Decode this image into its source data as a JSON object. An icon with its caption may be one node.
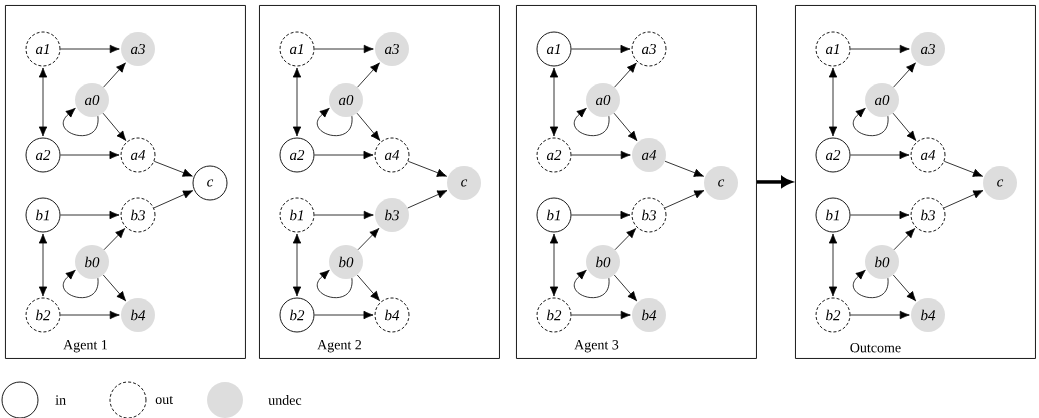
{
  "diagram": {
    "nodes": [
      {
        "text": [
          "Agent 1"
        ]
      },
      {
        "text": [
          "a1"
        ],
        "in": 0
      },
      {
        "text": [
          "a3"
        ],
        "in": 0
      },
      {
        "text": [
          "a0"
        ],
        "in": 0
      },
      {
        "text": [
          "a2"
        ],
        "in": 0
      },
      {
        "text": [
          "a4"
        ],
        "in": 0
      },
      {
        "text": [
          "c"
        ],
        "in": 0
      },
      {
        "text": [
          "b1"
        ],
        "in": 0
      },
      {
        "text": [
          "b3"
        ],
        "in": 0
      },
      {
        "text": [
          "b0"
        ],
        "in": 0
      },
      {
        "text": [
          "b2"
        ],
        "in": 0
      },
      {
        "text": [
          "b4"
        ],
        "in": 0
      },
      {
        "text": [
          "Agent 2"
        ]
      },
      {
        "text": [
          "a1"
        ],
        "in": 12
      },
      {
        "text": [
          "a3"
        ],
        "in": 12
      },
      {
        "text": [
          "a0"
        ],
        "in": 12
      },
      {
        "text": [
          "a2"
        ],
        "in": 12
      },
      {
        "text": [
          "a4"
        ],
        "in": 12
      },
      {
        "text": [
          "c"
        ],
        "in": 12
      },
      {
        "text": [
          "b1"
        ],
        "in": 12
      },
      {
        "text": [
          "b3"
        ],
        "in": 12
      },
      {
        "text": [
          "b0"
        ],
        "in": 12
      },
      {
        "text": [
          "b2"
        ],
        "in": 12
      },
      {
        "text": [
          "b4"
        ],
        "in": 12
      },
      {
        "text": [
          "Agent 3"
        ]
      },
      {
        "text": [
          "a1"
        ],
        "in": 24
      },
      {
        "text": [
          "a3"
        ],
        "in": 24
      },
      {
        "text": [
          "a0"
        ],
        "in": 24
      },
      {
        "text": [
          "a2"
        ],
        "in": 24
      },
      {
        "text": [
          "a4"
        ],
        "in": 24
      },
      {
        "text": [
          "c"
        ],
        "in": 24
      },
      {
        "text": [
          "b1"
        ],
        "in": 24
      },
      {
        "text": [
          "b3"
        ],
        "in": 24
      },
      {
        "text": [
          "b0"
        ],
        "in": 24
      },
      {
        "text": [
          "b2"
        ],
        "in": 24
      },
      {
        "text": [
          "b4"
        ],
        "in": 24
      },
      {
        "text": [
          "Outcome"
        ]
      },
      {
        "text": [
          "a1"
        ],
        "in": 36
      },
      {
        "text": [
          "a3"
        ],
        "in": 36
      },
      {
        "text": [
          "a0"
        ],
        "in": 36
      },
      {
        "text": [
          "a2"
        ],
        "in": 36
      },
      {
        "text": [
          "a4"
        ],
        "in": 36
      },
      {
        "text": [
          "c"
        ],
        "in": 36
      },
      {
        "text": [
          "b1"
        ],
        "in": 36
      },
      {
        "text": [
          "b3"
        ],
        "in": 36
      },
      {
        "text": [
          "b0"
        ],
        "in": 36
      },
      {
        "text": [
          "b2"
        ],
        "in": 36
      },
      {
        "text": [
          "b4"
        ],
        "in": 36
      }
    ],
    "edges": [
      {
        "from": 1,
        "to": 2,
        "arrow": "to"
      },
      {
        "from": 3,
        "to": 2,
        "arrow": "to"
      },
      {
        "from": 3,
        "to": 3,
        "arrow": "to"
      },
      {
        "from": 3,
        "to": 5,
        "arrow": "to"
      },
      {
        "from": 1,
        "to": 4,
        "arrow": "both"
      },
      {
        "from": 4,
        "to": 5,
        "arrow": "to"
      },
      {
        "from": 5,
        "to": 6,
        "arrow": "to"
      },
      {
        "from": 8,
        "to": 6,
        "arrow": "to"
      },
      {
        "from": 7,
        "to": 8,
        "arrow": "to"
      },
      {
        "from": 9,
        "to": 8,
        "arrow": "to"
      },
      {
        "from": 9,
        "to": 9,
        "arrow": "to"
      },
      {
        "from": 9,
        "to": 11,
        "arrow": "to"
      },
      {
        "from": 7,
        "to": 10,
        "arrow": "both"
      },
      {
        "from": 10,
        "to": 11,
        "arrow": "to"
      },
      {
        "from": 13,
        "to": 14,
        "arrow": "to"
      },
      {
        "from": 15,
        "to": 14,
        "arrow": "to"
      },
      {
        "from": 15,
        "to": 15,
        "arrow": "to"
      },
      {
        "from": 15,
        "to": 17,
        "arrow": "to"
      },
      {
        "from": 13,
        "to": 16,
        "arrow": "both"
      },
      {
        "from": 16,
        "to": 17,
        "arrow": "to"
      },
      {
        "from": 17,
        "to": 18,
        "arrow": "to"
      },
      {
        "from": 20,
        "to": 18,
        "arrow": "to"
      },
      {
        "from": 19,
        "to": 20,
        "arrow": "to"
      },
      {
        "from": 21,
        "to": 20,
        "arrow": "to"
      },
      {
        "from": 21,
        "to": 21,
        "arrow": "to"
      },
      {
        "from": 21,
        "to": 23,
        "arrow": "to"
      },
      {
        "from": 19,
        "to": 22,
        "arrow": "both"
      },
      {
        "from": 22,
        "to": 23,
        "arrow": "to"
      },
      {
        "from": 25,
        "to": 26,
        "arrow": "to"
      },
      {
        "from": 27,
        "to": 26,
        "arrow": "to"
      },
      {
        "from": 27,
        "to": 27,
        "arrow": "to"
      },
      {
        "from": 27,
        "to": 29,
        "arrow": "to"
      },
      {
        "from": 25,
        "to": 28,
        "arrow": "both"
      },
      {
        "from": 28,
        "to": 29,
        "arrow": "to"
      },
      {
        "from": 29,
        "to": 30,
        "arrow": "to"
      },
      {
        "from": 32,
        "to": 30,
        "arrow": "to"
      },
      {
        "from": 31,
        "to": 32,
        "arrow": "to"
      },
      {
        "from": 33,
        "to": 32,
        "arrow": "to"
      },
      {
        "from": 33,
        "to": 33,
        "arrow": "to"
      },
      {
        "from": 33,
        "to": 35,
        "arrow": "to"
      },
      {
        "from": 31,
        "to": 34,
        "arrow": "both"
      },
      {
        "from": 34,
        "to": 35,
        "arrow": "to"
      },
      {
        "from": 37,
        "to": 38,
        "arrow": "to"
      },
      {
        "from": 39,
        "to": 38,
        "arrow": "to"
      },
      {
        "from": 39,
        "to": 39,
        "arrow": "to"
      },
      {
        "from": 39,
        "to": 41,
        "arrow": "to"
      },
      {
        "from": 37,
        "to": 40,
        "arrow": "both"
      },
      {
        "from": 40,
        "to": 41,
        "arrow": "to"
      },
      {
        "from": 41,
        "to": 42,
        "arrow": "to"
      },
      {
        "from": 44,
        "to": 42,
        "arrow": "to"
      },
      {
        "from": 43,
        "to": 44,
        "arrow": "to"
      },
      {
        "from": 45,
        "to": 44,
        "arrow": "to"
      },
      {
        "from": 45,
        "to": 45,
        "arrow": "to"
      },
      {
        "from": 45,
        "to": 47,
        "arrow": "to"
      },
      {
        "from": 43,
        "to": 46,
        "arrow": "both"
      },
      {
        "from": 46,
        "to": 47,
        "arrow": "to"
      },
      {
        "from": 24,
        "to": 36,
        "arrow": "to",
        "style": "thick"
      }
    ],
    "legend": [
      {
        "text": "in"
      },
      {
        "text": "out"
      },
      {
        "text": "undec",
        "color": "#dddddd"
      }
    ]
  }
}
